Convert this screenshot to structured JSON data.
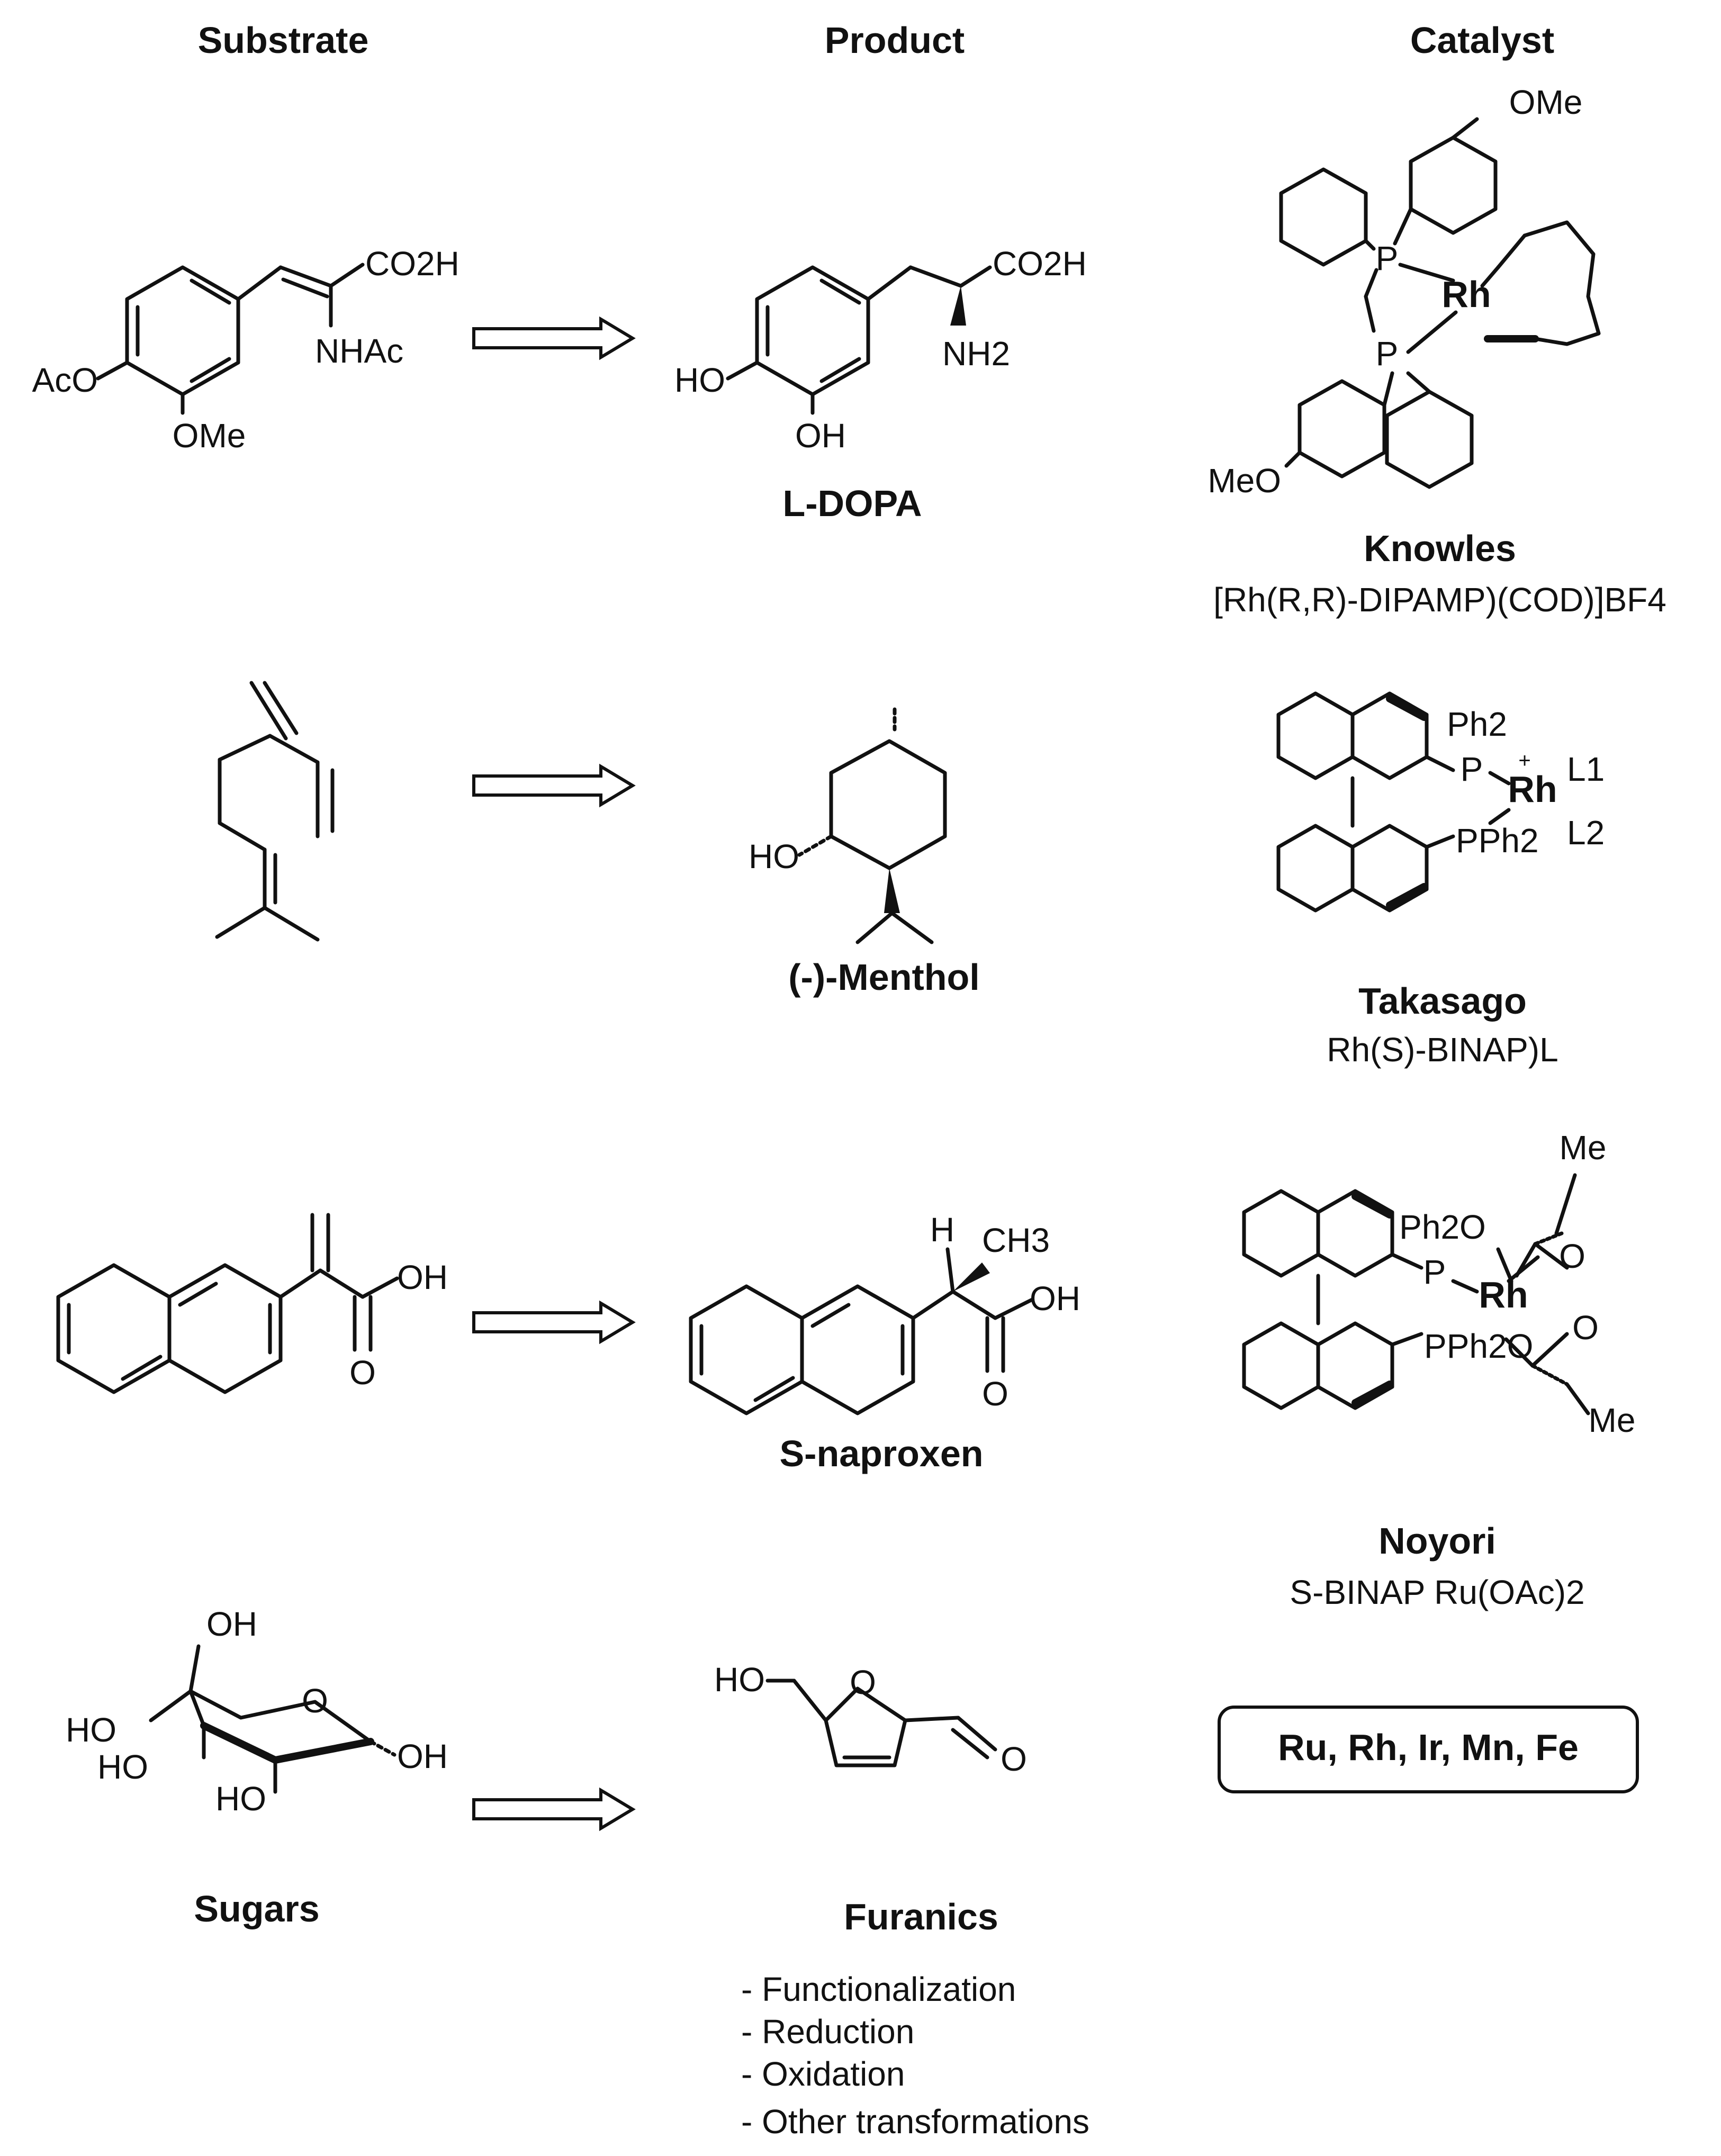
{
  "headers": {
    "substrate": "Substrate",
    "product": "Product",
    "catalyst": "Catalyst"
  },
  "row1": {
    "substrate": {
      "co2h": "CO2H",
      "nhac": "NHAc",
      "aco": "AcO",
      "ome": "OMe"
    },
    "product": {
      "co2h": "CO2H",
      "nh2": "NH2",
      "ho": "HO",
      "oh": "OH",
      "name": "L-DOPA"
    },
    "catalyst": {
      "ome_top": "OMe",
      "meo_bottom": "MeO",
      "p": "P",
      "rh": "Rh",
      "name": "Knowles",
      "formula": "[Rh(R,R)-DIPAMP)(COD)]BF4"
    }
  },
  "row2": {
    "product": {
      "ho": "HO",
      "name": "(-)-Menthol"
    },
    "catalyst": {
      "ph2": "Ph2",
      "p": "P",
      "rh": "Rh",
      "plus": "+",
      "l1": "L1",
      "l2": "L2",
      "pph2": "PPh2",
      "name": "Takasago",
      "formula": "Rh(S)-BINAP)L"
    }
  },
  "row3": {
    "substrate": {
      "oh": "OH",
      "o": "O"
    },
    "product": {
      "h": "H",
      "ch3": "CH3",
      "oh": "OH",
      "o": "O",
      "name": "S-naproxen"
    },
    "catalyst": {
      "me_top": "Me",
      "ph2o": "Ph2O",
      "o_top": "O",
      "p": "P",
      "rh": "Rh",
      "pph2o": "PPh2O",
      "o_bottom": "O",
      "me_bottom": "Me",
      "name": "Noyori",
      "formula": "S-BINAP Ru(OAc)2"
    }
  },
  "row4": {
    "substrate": {
      "oh_top": "OH",
      "o_ring": "O",
      "ho_left": "HO",
      "ho_mid": "HO",
      "ho_low": "HO",
      "oh_right": "OH",
      "name": "Sugars"
    },
    "product": {
      "ho": "HO",
      "o_ring": "O",
      "o_ald": "O",
      "name": "Furanics"
    },
    "metals": "Ru, Rh, Ir, Mn, Fe",
    "transformations": [
      "- Functionalization",
      "- Reduction",
      "- Oxidation",
      "- Other transformations"
    ]
  }
}
